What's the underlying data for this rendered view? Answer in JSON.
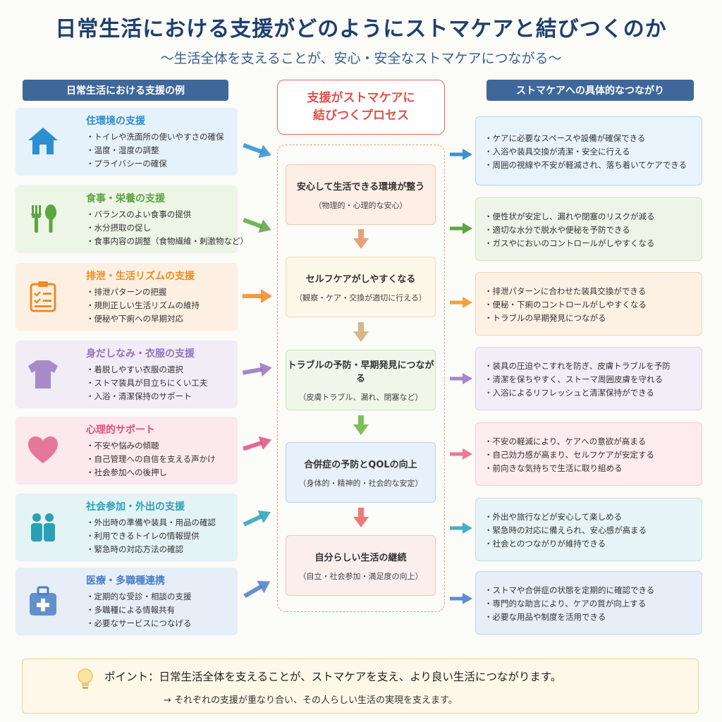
{
  "title": "日常生活における支援がどのようにストマケアと結びつくのか",
  "subtitle": "〜生活全体を支えることが、安心・安全なストマケアにつながる〜",
  "left_header": "日常生活における支援の例",
  "right_header": "ストマケアへの具体的なつながり",
  "center_header": {
    "line1": "支援がストマケアに",
    "line2": "結びつくプロセス"
  },
  "left_cards": [
    {
      "title": "住環境の支援",
      "icon": "house-icon",
      "color": "#2d8fcf",
      "bg": "#e6f2fb",
      "items": [
        "・トイレや洗面所の使いやすさの確保",
        "・温度・湿度の調整",
        "・プライバシーの確保"
      ]
    },
    {
      "title": "食事・栄養の支援",
      "icon": "fork-spoon-icon",
      "color": "#5aa642",
      "bg": "#edf5e6",
      "items": [
        "・バランスのよい食事の提供",
        "・水分摂取の促し",
        "・食事内容の調整（食物繊維・刺激物など）"
      ]
    },
    {
      "title": "排泄・生活リズムの支援",
      "icon": "clipboard-checklist-icon",
      "color": "#f08a24",
      "bg": "#fdf0e2",
      "items": [
        "・排泄パターンの把握",
        "・規則正しい生活リズムの維持",
        "・便秘や下痢への早期対応"
      ]
    },
    {
      "title": "身だしなみ・衣服の支援",
      "icon": "tshirt-icon",
      "color": "#9373bd",
      "bg": "#f1ecf6",
      "items": [
        "・着脱しやすい衣服の選択",
        "・ストマ装具が目立ちにくい工夫",
        "・入浴・清潔保持のサポート"
      ]
    },
    {
      "title": "心理的サポート",
      "icon": "heart-icon",
      "color": "#e0507e",
      "bg": "#fbe9ee",
      "items": [
        "・不安や悩みの傾聴",
        "・自己管理への自信を支える声かけ",
        "・社会参加への後押し"
      ]
    },
    {
      "title": "社会参加・外出の支援",
      "icon": "two-people-icon",
      "color": "#2aa0b8",
      "bg": "#e4f3f5",
      "items": [
        "・外出時の準備や装具・用品の確認",
        "・利用できるトイレの情報提供",
        "・緊急時の対応方法の確認"
      ]
    },
    {
      "title": "医療・多職種連携",
      "icon": "medical-kit-icon",
      "color": "#4a7fc4",
      "bg": "#e7eef8",
      "items": [
        "・定期的な受診・相談の支援",
        "・多職種による情報共有",
        "・必要なサービスにつなげる"
      ]
    }
  ],
  "steps": [
    {
      "title": "安心して生活できる環境が整う",
      "sub": "（物理的・心理的な安心）",
      "bg": "#fdeee6",
      "border": "#f3c8b2",
      "arrow": "#e8a07a"
    },
    {
      "title": "セルフケアがしやすくなる",
      "sub": "（観察・ケア・交換が適切に行える）",
      "bg": "#fdf7e8",
      "border": "#f0dca8",
      "arrow": "#d9b58a"
    },
    {
      "title": "トラブルの予防・早期発見につながる",
      "sub": "（皮膚トラブル、漏れ、閉塞など）",
      "bg": "#f0f7ea",
      "border": "#c9e2b5",
      "arrow": "#7cbf5c"
    },
    {
      "title": "合併症の予防とQOLの向上",
      "sub": "（身体的・精神的・社会的な安定）",
      "bg": "#e8f1fb",
      "border": "#b8d1ee",
      "arrow": "#ea7a72"
    },
    {
      "title": "自分らしい生活の継続",
      "sub": "（自立・社会参加・満足度の向上）",
      "bg": "#fdeeee",
      "border": "#f3c2bf"
    }
  ],
  "right_cards": [
    {
      "items": [
        "・ケアに必要なスペースや設備が確保できる",
        "・入浴や装具交換が清潔・安全に行える",
        "・周囲の視線や不安が軽減され、落ち着いてケアできる"
      ],
      "bg": "#e9f3fc",
      "border": "#b9d7ef",
      "arrow": "#3f8fd2"
    },
    {
      "items": [
        "・便性状が安定し、漏れや閉塞のリスクが減る",
        "・適切な水分で脱水や便秘を予防できる",
        "・ガスやにおいのコントロールがしやすくなる"
      ],
      "bg": "#eef5e8",
      "border": "#d3e6c4",
      "arrow": "#5aa642"
    },
    {
      "items": [
        "・排泄パターンに合わせた装具交換ができる",
        "・便秘・下痢のコントロールがしやすくなる",
        "・トラブルの早期発見につながる"
      ],
      "bg": "#fdf1e4",
      "border": "#f2d7b6",
      "arrow": "#f2a13c"
    },
    {
      "items": [
        "・装具の圧迫やこすれを防ぎ、皮膚トラブルを予防",
        "・清潔を保ちやすく、ストーマ周囲皮膚を守れる",
        "・入浴によるリフレッシュと清潔保持ができる"
      ],
      "bg": "#f2eef7",
      "border": "#dcd2ea",
      "arrow": "#a488c8"
    },
    {
      "items": [
        "・不安の軽減により、ケアへの意欲が高まる",
        "・自己効力感が高まり、セルフケアが安定する",
        "・前向きな気持ちで生活に取り組める"
      ],
      "bg": "#fcebef",
      "border": "#f3cdd7",
      "arrow": "#ec7896"
    },
    {
      "items": [
        "・外出や旅行などが安心して楽しめる",
        "・緊急時の対応に備えられ、安心感が高まる",
        "・社会とのつながりが維持できる"
      ],
      "bg": "#e6f4f5",
      "border": "#c3e2e6",
      "arrow": "#3fb1c6"
    },
    {
      "items": [
        "・ストマや合併症の状態を定期的に確認できる",
        "・専門的な助言により、ケアの質が向上する",
        "・必要な用品や制度を活用できる"
      ],
      "bg": "#e8eef8",
      "border": "#c8d6ec",
      "arrow": "#5a8fd0"
    }
  ],
  "point": {
    "main": "ポイント：日常生活全体を支えることが、ストマケアを支え、より良い生活につながります。",
    "sub": "→ それぞれの支援が重なり合い、その人らしい生活の実現を支えます。"
  }
}
